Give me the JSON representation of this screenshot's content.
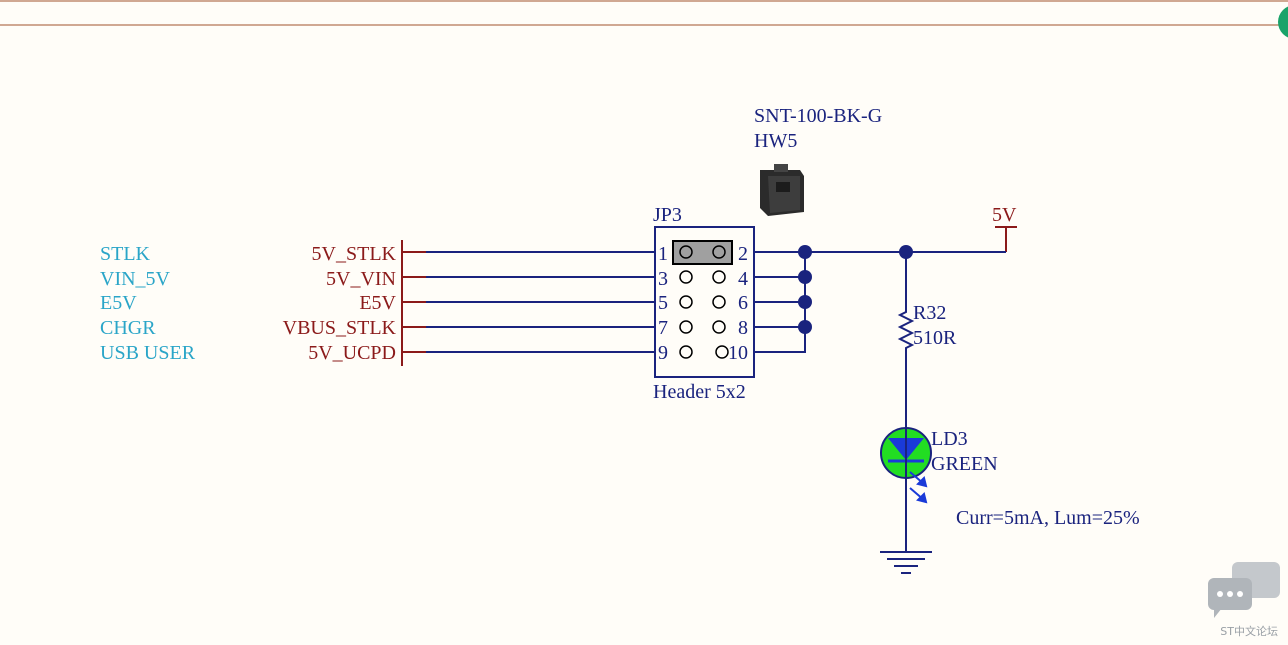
{
  "left_labels": [
    "STLK",
    "VIN_5V",
    "E5V",
    "CHGR",
    "USB USER"
  ],
  "net_ports": [
    "5V_STLK",
    "5V_VIN",
    "E5V",
    "VBUS_STLK",
    "5V_UCPD"
  ],
  "jumper_part": {
    "name": "SNT-100-BK-G",
    "ref": "HW5"
  },
  "header": {
    "ref": "JP3",
    "value": "Header 5x2",
    "pins_left": [
      "1",
      "3",
      "5",
      "7",
      "9"
    ],
    "pins_right": [
      "2",
      "4",
      "6",
      "8",
      "10"
    ]
  },
  "power": {
    "label": "5V"
  },
  "resistor": {
    "ref": "R32",
    "value": "510R"
  },
  "led": {
    "ref": "LD3",
    "value": "GREEN",
    "note": "Curr=5mA, Lum=25%"
  },
  "watermark": "ST中文论坛",
  "colors": {
    "wire": "#1a237e",
    "net": "#8b1a1a",
    "label": "#2aa5c8",
    "led": "#22dd22",
    "border": "#a0522d"
  }
}
